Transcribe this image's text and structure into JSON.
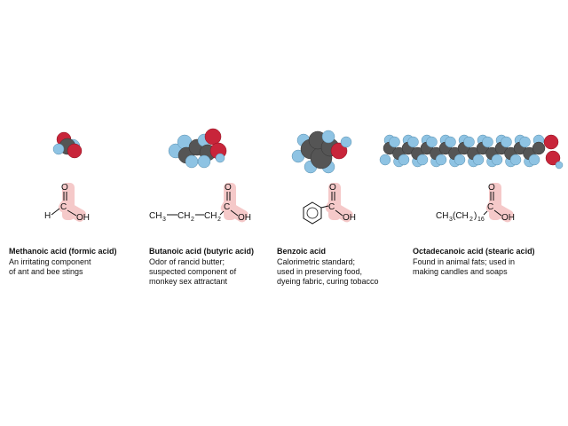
{
  "acids": [
    {
      "name": "Methanoic acid (formic acid)",
      "description_lines": [
        "An irritating component",
        "of ant and bee stings"
      ],
      "formula_parts": [
        "H",
        "C",
        "O",
        "OH"
      ]
    },
    {
      "name": "Butanoic acid (butyric acid)",
      "description_lines": [
        "Odor of rancid butter;",
        "suspected component of",
        "monkey sex attractant"
      ],
      "formula_parts": [
        "CH",
        "3",
        "CH",
        "2",
        "CH",
        "2",
        "C",
        "O",
        "OH"
      ]
    },
    {
      "name": "Benzoic acid",
      "description_lines": [
        "Calorimetric standard;",
        "used in preserving food,",
        "dyeing fabric, curing tobacco"
      ],
      "formula_parts": [
        "C",
        "O",
        "OH"
      ]
    },
    {
      "name": "Octadecanoic acid (stearic acid)",
      "description_lines": [
        "Found in animal fats; used in",
        "making candles and soaps"
      ],
      "formula_parts": [
        "CH",
        "3",
        "(CH",
        "2",
        ")",
        "16",
        "C",
        "O",
        "OH"
      ]
    }
  ],
  "colors": {
    "carbon": "#555555",
    "hydrogen": "#8ec3e3",
    "oxygen": "#c8253a",
    "highlight": "#f5c9c9"
  }
}
